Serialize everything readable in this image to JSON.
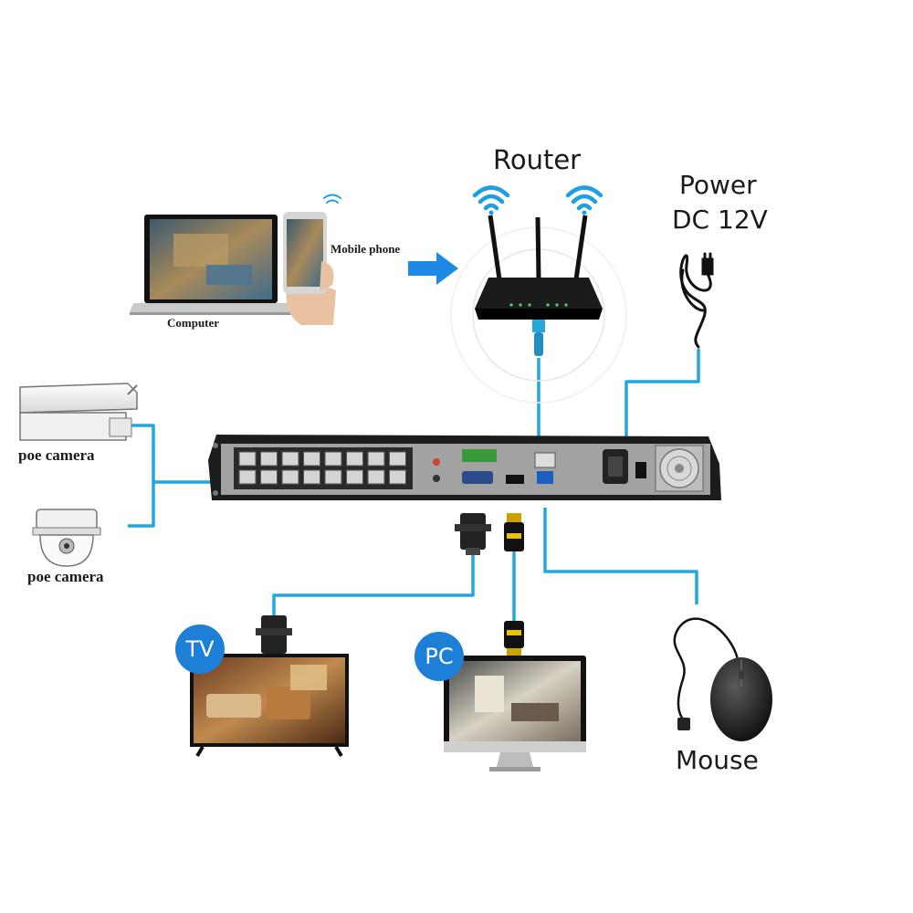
{
  "labels": {
    "router": "Router",
    "power_line1": "Power",
    "power_line2": "DC 12V",
    "computer": "Computer",
    "mobile_phone": "Mobile phone",
    "poe_camera_top": "poe camera",
    "poe_camera_bottom": "poe camera",
    "mouse": "Mouse",
    "tv_badge": "TV",
    "pc_badge": "PC"
  },
  "colors": {
    "cable": "#22a7dd",
    "badge": "#1e7fd6",
    "arrow": "#1e88e5",
    "nvr_body": "#1c1c1c",
    "nvr_panel": "#9a9a9a"
  },
  "icons": [
    "wifi-icon",
    "router-icon",
    "power-cable-icon",
    "laptop-icon",
    "phone-icon",
    "bullet-camera-icon",
    "dome-camera-icon",
    "nvr-icon",
    "vga-connector-icon",
    "hdmi-connector-icon",
    "tv-icon",
    "monitor-icon",
    "mouse-icon",
    "arrow-icon"
  ]
}
